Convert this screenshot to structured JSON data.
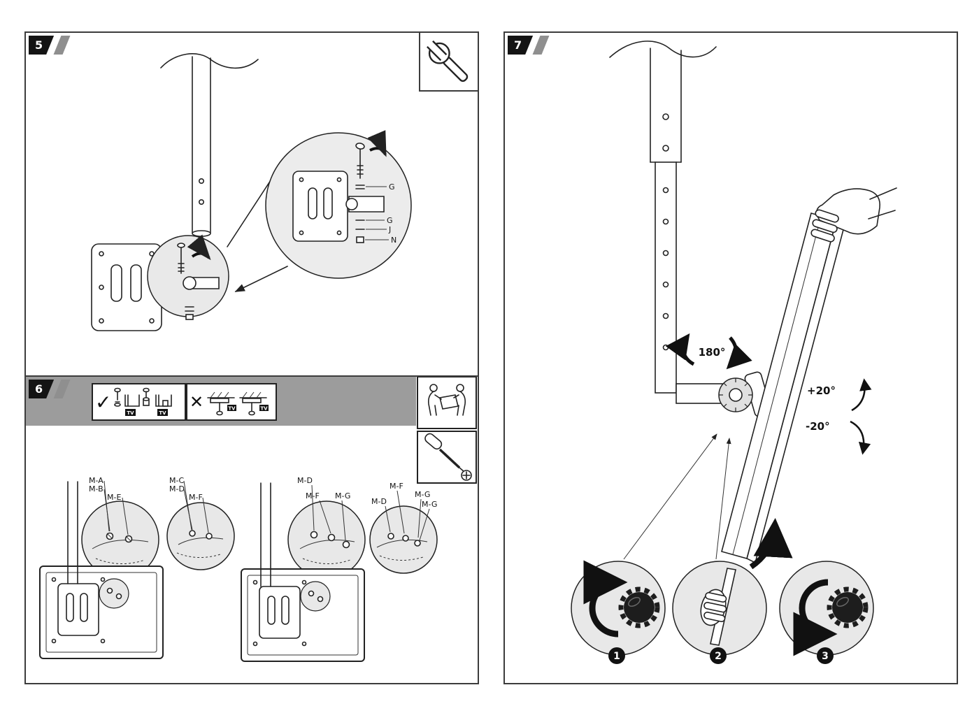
{
  "step5": {
    "number": "5",
    "labels": {
      "g_top": "G",
      "g_bottom": "G",
      "j": "J",
      "n": "N"
    }
  },
  "step6": {
    "number": "6",
    "check_symbol": "✓",
    "cross_symbol": "✕",
    "tv_label": "TV",
    "detail1_labels": [
      "M-A",
      "M-B",
      "M-E"
    ],
    "detail2_labels": [
      "M-C",
      "M-D",
      "M-F"
    ],
    "detail3_labels": [
      "M-D",
      "M-F",
      "M-G"
    ],
    "detail4_labels": [
      "M-F",
      "M-D",
      "M-G",
      "M-G"
    ]
  },
  "step7": {
    "number": "7",
    "rotation_label": "180°",
    "tilt_up_label": "+20°",
    "tilt_down_label": "-20°",
    "callout_numbers": [
      "1",
      "2",
      "3"
    ]
  },
  "colors": {
    "accent_black": "#141414",
    "band_gray": "#9c9c9c",
    "detail_gray": "#e8e8e8"
  }
}
